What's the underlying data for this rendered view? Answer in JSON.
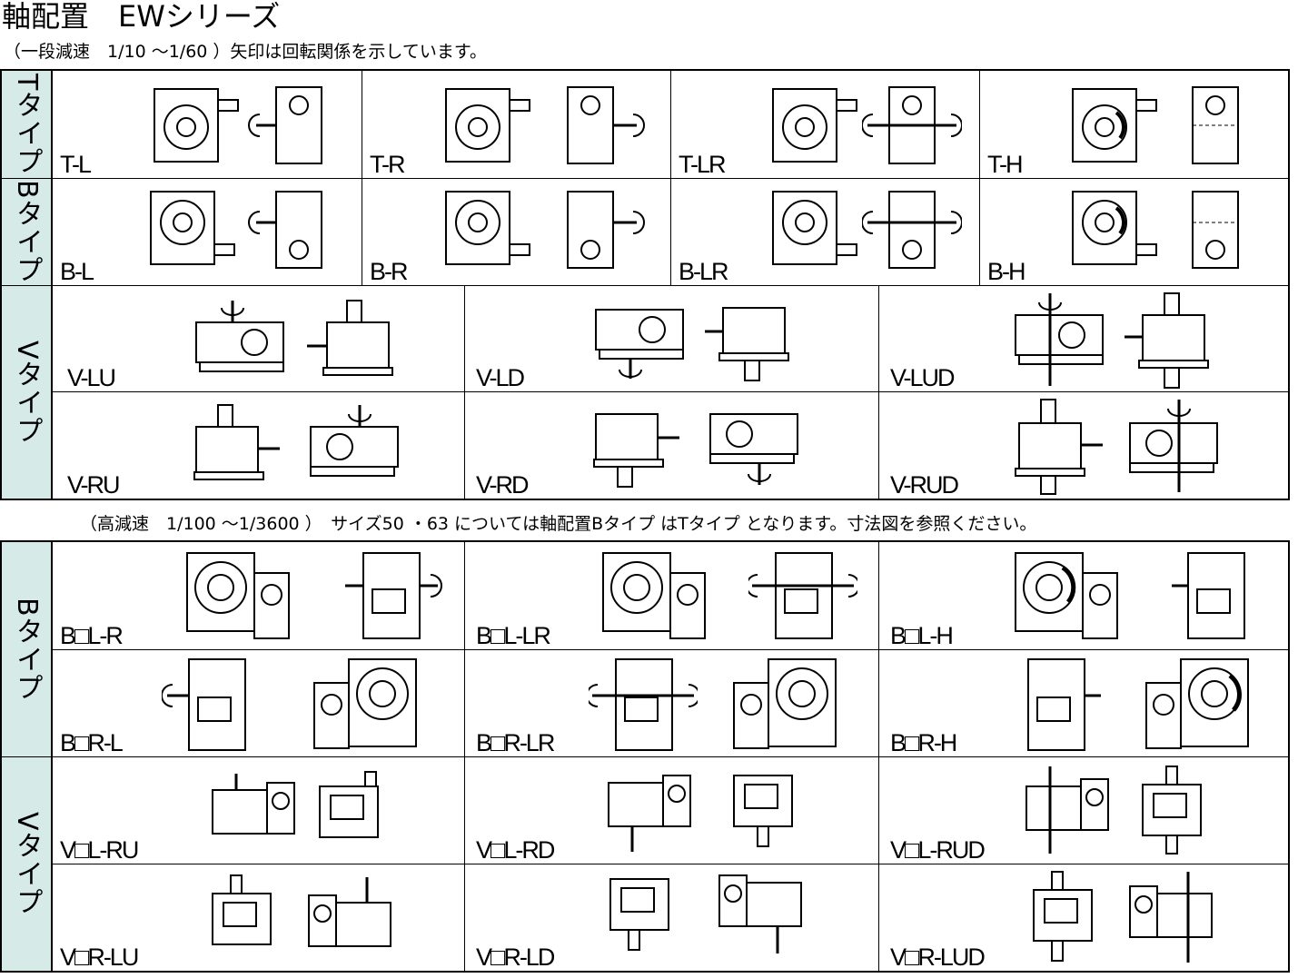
{
  "title": "軸配置　EWシリーズ",
  "subtitle_single": "（一段減速　1/10 ～1/60 ）矢印は回転関係を示しています。",
  "subtitle_high": "（高減速　1/100 ～1/3600 ）　サイズ50 ・63 については軸配置Bタイプ はTタイプ となります。寸法図を参照ください。",
  "section1": {
    "headers": {
      "t": "Tタイプ",
      "b": "Bタイプ",
      "v": "Vタイプ"
    },
    "t_row": [
      "T-L",
      "T-R",
      "T-LR",
      "T-H"
    ],
    "b_row": [
      "B-L",
      "B-R",
      "B-LR",
      "B-H"
    ],
    "v_row1": [
      "V-LU",
      "V-LD",
      "V-LUD"
    ],
    "v_row2": [
      "V-RU",
      "V-RD",
      "V-RUD"
    ]
  },
  "section2": {
    "headers": {
      "b": "Bタイプ",
      "v": "Vタイプ"
    },
    "b_row1": [
      "B□L-R",
      "B□L-LR",
      "B□L-H"
    ],
    "b_row2": [
      "B□R-L",
      "B□R-LR",
      "B□R-H"
    ],
    "v_row1": [
      "V□L-RU",
      "V□L-RD",
      "V□L-RUD"
    ],
    "v_row2": [
      "V□R-LU",
      "V□R-LD",
      "V□R-LUD"
    ]
  }
}
